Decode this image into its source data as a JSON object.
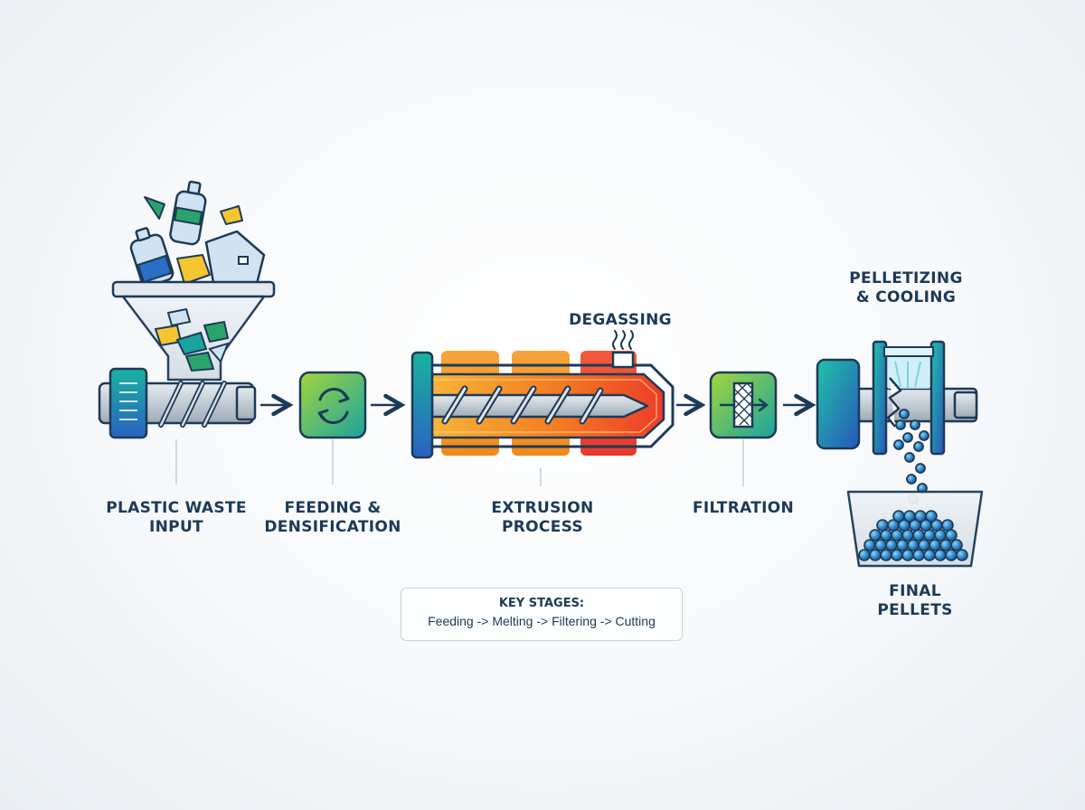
{
  "stages": {
    "input": {
      "line1": "PLASTIC WASTE",
      "line2": "INPUT"
    },
    "feeding": {
      "line1": "FEEDING &",
      "line2": "DENSIFICATION"
    },
    "extrusion": {
      "line1": "EXTRUSION",
      "line2": "PROCESS"
    },
    "degassing": {
      "label": "DEGASSING"
    },
    "filtration": {
      "label": "FILTRATION"
    },
    "pelletizing": {
      "line1": "PELLETIZING",
      "line2": "& COOLING"
    },
    "pellets": {
      "line1": "FINAL",
      "line2": "PELLETS"
    }
  },
  "legend": {
    "title": "KEY STAGES:",
    "sequence": "Feeding -> Melting -> Filtering -> Cutting"
  },
  "colors": {
    "outline": "#1d3a57",
    "teal": "#1ba3a0",
    "blue": "#2b6fc4",
    "green": "#7dc23f",
    "orange": "#f39a1e",
    "red": "#ef4a2c",
    "steel": "#b9c3cc"
  },
  "icons": [
    "hopper-icon",
    "bottle-icon",
    "recycle-icon",
    "screw-icon",
    "heater-band-icon",
    "steam-icon",
    "filter-mesh-icon",
    "cutter-icon",
    "pellet-bin-icon",
    "arrow-right-icon"
  ]
}
